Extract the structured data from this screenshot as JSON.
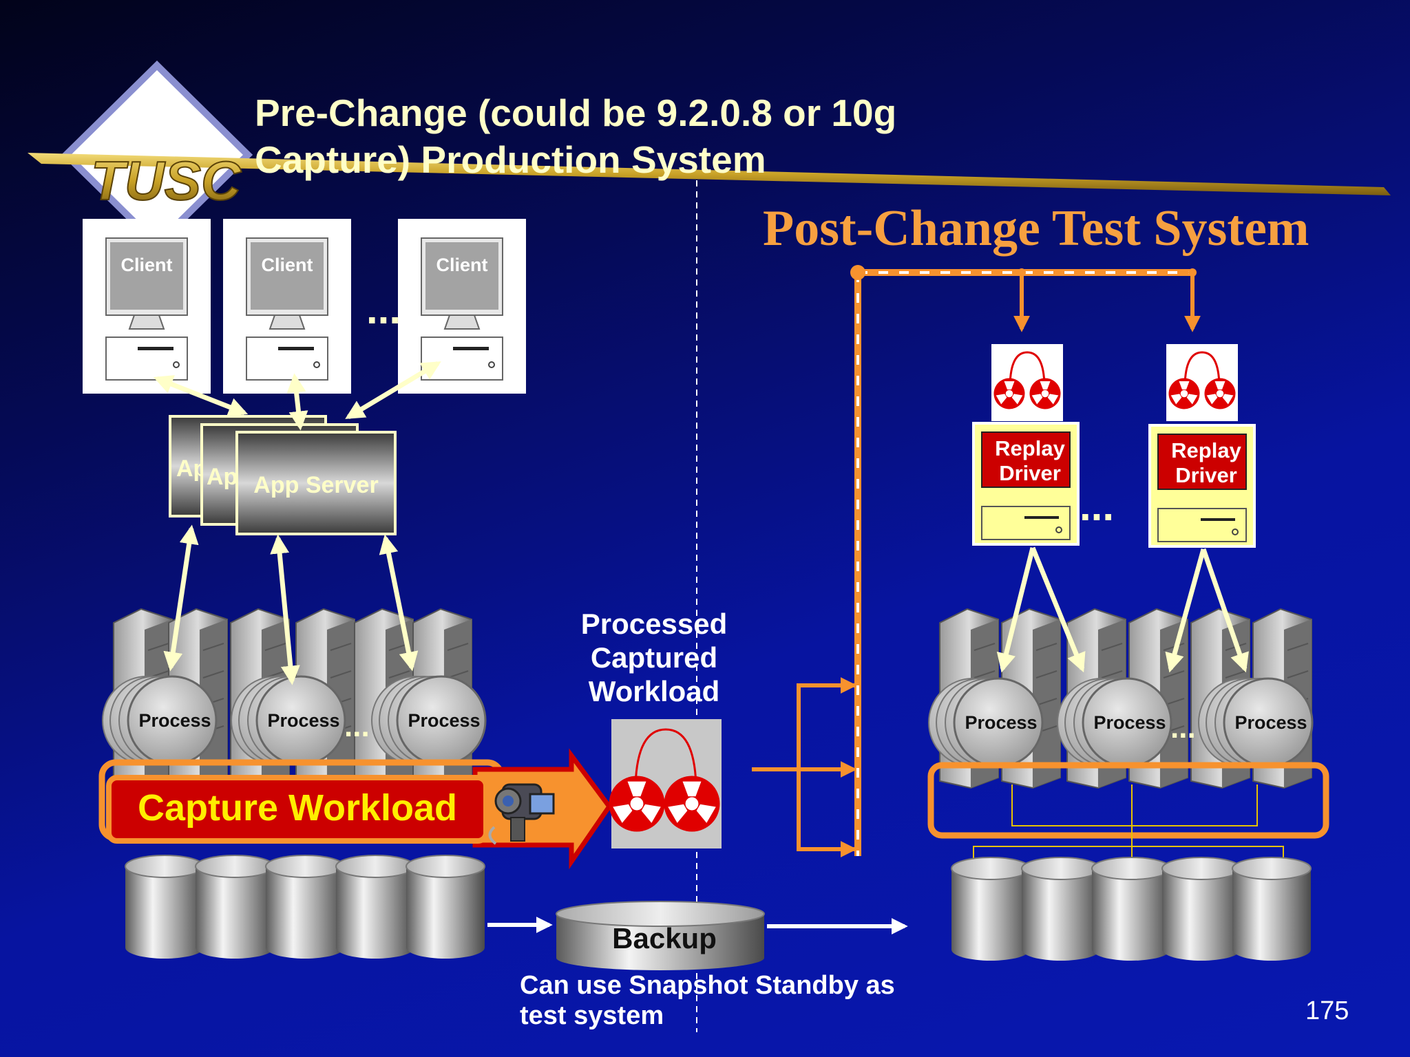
{
  "slide": {
    "title_line1": "Pre-Change (could be 9.2.0.8 or 10g",
    "title_line2": "Capture) Production System",
    "post_title": "Post-Change Test System",
    "logo_text": "TUSC",
    "page_number": "175"
  },
  "production": {
    "client_label": "Client",
    "app_server_label": "App Server",
    "app_server_partial": "Ap",
    "process_label": "Process",
    "ellipsis": "...",
    "capture_label": "Capture Workload"
  },
  "center": {
    "processed_label": "Processed Captured Workload",
    "backup_label": "Backup",
    "snapshot_note": "Can use Snapshot Standby as test system"
  },
  "test_system": {
    "replay_label_1": "Replay",
    "replay_label_2": "Driver",
    "process_label": "Process"
  },
  "colors": {
    "title": "#ffffc8",
    "post_title": "#f7a040",
    "orange": "#f7922e",
    "capture_red": "#cc0000",
    "capture_text": "#ffee00",
    "arrow_light": "#ffffc8"
  }
}
